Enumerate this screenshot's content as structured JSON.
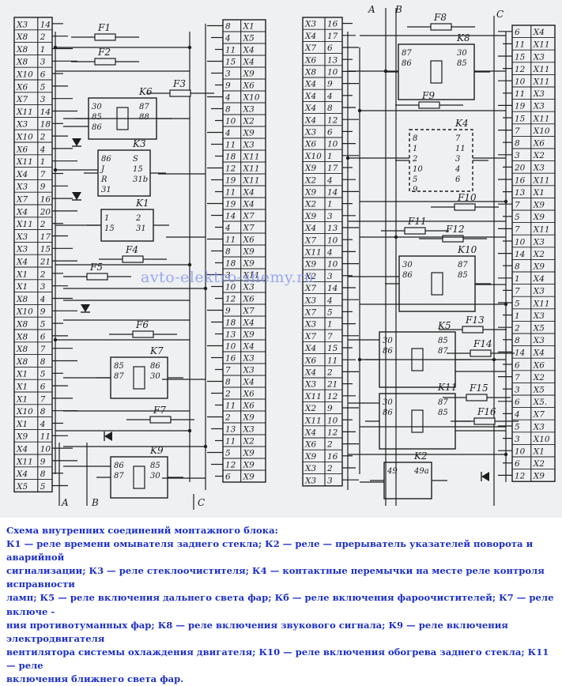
{
  "diagram": {
    "watermark": "avto-elektro-shemy.ru",
    "buses_top": [
      "A",
      "B",
      "C"
    ],
    "buses_bottom": [
      "A",
      "B",
      "C"
    ],
    "fuses": [
      "F1",
      "F2",
      "F3",
      "F4",
      "F5",
      "F6",
      "F7",
      "F8",
      "F9",
      "F10",
      "F11",
      "F12",
      "F13",
      "F14",
      "F15",
      "F16"
    ],
    "col1": [
      [
        "X3",
        "14"
      ],
      [
        "X8",
        "2"
      ],
      [
        "X8",
        "1"
      ],
      [
        "X8",
        "3"
      ],
      [
        "X10",
        "6"
      ],
      [
        "X6",
        "5"
      ],
      [
        "X7",
        "3"
      ],
      [
        "X11",
        "14"
      ],
      [
        "X3",
        "18"
      ],
      [
        "X10",
        "2"
      ],
      [
        "X6",
        "4"
      ],
      [
        "X11",
        "1"
      ],
      [
        "X4",
        "7"
      ],
      [
        "X3",
        "9"
      ],
      [
        "X7",
        "16"
      ],
      [
        "X4",
        "20"
      ],
      [
        "X11",
        "2"
      ],
      [
        "X3",
        "17"
      ],
      [
        "X3",
        "15"
      ],
      [
        "X4",
        "21"
      ],
      [
        "X1",
        "2"
      ],
      [
        "X1",
        "3"
      ],
      [
        "X8",
        "4"
      ],
      [
        "X10",
        "9"
      ],
      [
        "X8",
        "5"
      ],
      [
        "X8",
        "6"
      ],
      [
        "X8",
        "7"
      ],
      [
        "X8",
        "8"
      ],
      [
        "X1",
        "5"
      ],
      [
        "X1",
        "6"
      ],
      [
        "X1",
        "7"
      ],
      [
        "X10",
        "8"
      ],
      [
        "X1",
        "4"
      ],
      [
        "X9",
        "11"
      ],
      [
        "X4",
        "10"
      ],
      [
        "X11",
        "9"
      ],
      [
        "X4",
        "8"
      ],
      [
        "X5",
        "5"
      ]
    ],
    "col2": [
      [
        "8",
        "X1"
      ],
      [
        "4",
        "X5"
      ],
      [
        "11",
        "X4"
      ],
      [
        "15",
        "X4"
      ],
      [
        "3",
        "X9"
      ],
      [
        "9",
        "X6"
      ],
      [
        "4",
        "X10"
      ],
      [
        "8",
        "X3"
      ],
      [
        "10",
        "X2"
      ],
      [
        "4",
        "X9"
      ],
      [
        "11",
        "X3"
      ],
      [
        "18",
        "X11"
      ],
      [
        "12",
        "X11"
      ],
      [
        "19",
        "X11"
      ],
      [
        "11",
        "X4"
      ],
      [
        "19",
        "X4"
      ],
      [
        "14",
        "X7"
      ],
      [
        "4",
        "X7"
      ],
      [
        "11",
        "X6"
      ],
      [
        "8",
        "X9"
      ],
      [
        "18",
        "X9"
      ],
      [
        "3",
        "X11"
      ],
      [
        "10",
        "X3"
      ],
      [
        "12",
        "X6"
      ],
      [
        "9",
        "X7"
      ],
      [
        "18",
        "X4"
      ],
      [
        "13",
        "X9"
      ],
      [
        "10",
        "X4"
      ],
      [
        "16",
        "X3"
      ],
      [
        "7",
        "X3"
      ],
      [
        "8",
        "X4"
      ],
      [
        "2",
        "X6"
      ],
      [
        "11",
        "X6"
      ],
      [
        "2",
        "X9"
      ],
      [
        "13",
        "X3"
      ],
      [
        "11",
        "X2"
      ],
      [
        "5",
        "X9"
      ],
      [
        "12",
        "X9"
      ],
      [
        "6",
        "X9"
      ]
    ],
    "col3": [
      [
        "X3",
        "16"
      ],
      [
        "X4",
        "17"
      ],
      [
        "X7",
        "6"
      ],
      [
        "X6",
        "13"
      ],
      [
        "X8",
        "10"
      ],
      [
        "X4",
        "9"
      ],
      [
        "X4",
        "4"
      ],
      [
        "X4",
        "8"
      ],
      [
        "X4",
        "12"
      ],
      [
        "X3",
        "6"
      ],
      [
        "X6",
        "10"
      ],
      [
        "X10",
        "1"
      ],
      [
        "X9",
        "17"
      ],
      [
        "X2",
        "4"
      ],
      [
        "X9",
        "14"
      ],
      [
        "X2",
        "1"
      ],
      [
        "X9",
        "3"
      ],
      [
        "X4",
        "13"
      ],
      [
        "X7",
        "10"
      ],
      [
        "X11",
        "4"
      ],
      [
        "X9",
        "10"
      ],
      [
        "X2",
        "3"
      ],
      [
        "X7",
        "14"
      ],
      [
        "X3",
        "4"
      ],
      [
        "X7",
        "5"
      ],
      [
        "X3",
        "1"
      ],
      [
        "X7",
        "7"
      ],
      [
        "X4",
        "15"
      ],
      [
        "X6",
        "11"
      ],
      [
        "X4",
        "2"
      ],
      [
        "X3",
        "21"
      ],
      [
        "X11",
        "12"
      ],
      [
        "X2",
        "9"
      ],
      [
        "X11",
        "10"
      ],
      [
        "X4",
        "12"
      ],
      [
        "X6",
        "2"
      ],
      [
        "X9",
        "16"
      ],
      [
        "X3",
        "2"
      ],
      [
        "X3",
        "3"
      ]
    ],
    "col4": [
      [
        "6",
        "X4"
      ],
      [
        "11",
        "X11"
      ],
      [
        "15",
        "X3"
      ],
      [
        "12",
        "X11"
      ],
      [
        "10",
        "X11"
      ],
      [
        "11",
        "X3"
      ],
      [
        "19",
        "X3"
      ],
      [
        "15",
        "X11"
      ],
      [
        "7",
        "X10"
      ],
      [
        "8",
        "X6"
      ],
      [
        "3",
        "X2"
      ],
      [
        "20",
        "X3"
      ],
      [
        "16",
        "X11"
      ],
      [
        "13",
        "X1"
      ],
      [
        "7",
        "X9"
      ],
      [
        "5",
        "X9"
      ],
      [
        "7",
        "X11"
      ],
      [
        "10",
        "X3"
      ],
      [
        "14",
        "X2"
      ],
      [
        "8",
        "X9"
      ],
      [
        "1",
        "X4"
      ],
      [
        "7",
        "X3"
      ],
      [
        "5",
        "X11"
      ],
      [
        "1",
        "X3"
      ],
      [
        "2",
        "X5"
      ],
      [
        "8",
        "X3"
      ],
      [
        "14",
        "X4"
      ],
      [
        "6",
        "X6"
      ],
      [
        "7",
        "X2"
      ],
      [
        "3",
        "X5"
      ],
      [
        "6",
        "X5."
      ],
      [
        "4",
        "X7"
      ],
      [
        "5",
        "X3"
      ],
      [
        "3",
        "X10"
      ],
      [
        "10",
        "X1"
      ],
      [
        "6",
        "X2"
      ],
      [
        "12",
        "X9"
      ]
    ],
    "relays": {
      "K1": [
        "1",
        "2",
        "15",
        "31"
      ],
      "K2": [
        "49",
        "49a"
      ],
      "K3": [
        "86",
        "S",
        "J",
        "15",
        "R",
        "31b",
        "31"
      ],
      "K4": [
        "8",
        "7",
        "1",
        "11",
        "2",
        "3",
        "10",
        "4",
        "5",
        "6",
        "9"
      ],
      "K5": [
        "30",
        "85",
        "86",
        "87"
      ],
      "K6": [
        "30",
        "87",
        "85",
        "88",
        "86"
      ],
      "K7": [
        "85",
        "86",
        "87",
        "30"
      ],
      "K8": [
        "87",
        "30",
        "86",
        "85"
      ],
      "K9": [
        "86",
        "85",
        "87",
        "30"
      ],
      "K10": [
        "30",
        "87",
        "86",
        "85"
      ],
      "K11": [
        "30",
        "87",
        "86",
        "85"
      ]
    }
  },
  "caption": {
    "lines": [
      "Схема внутренних соединений монтажного блока:",
      "К1 — реле времени омывателя заднего стекла; К2 — реле — прерыватель указателей поворота и аварийной",
      "сигнализации; К3 — реле стеклоочистителя; К4 — контактные перемычки на месте реле контроля исправности",
      "ламп; К5 — реле включения дальнего света фар; Кб — реле включения фароочистителей; К7 — реле включе -",
      "ния противотуманных фар; К8 — реле включения звукового сигнала; К9 — реле включения электродвигателя",
      "вентилятора системы охлаждения двигателя; К10 — реле включения обогрева заднего стекла; К11 — реле",
      "включения ближнего света фар."
    ]
  }
}
